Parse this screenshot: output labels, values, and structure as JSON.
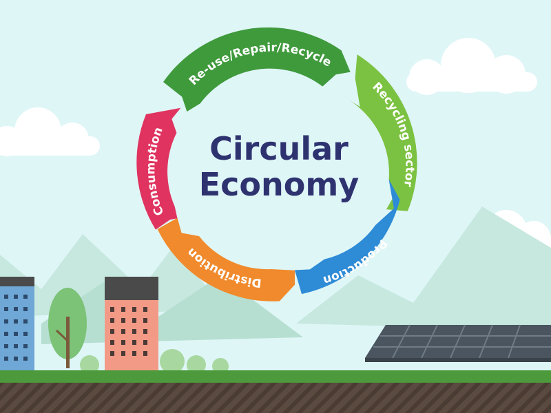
{
  "diagram": {
    "title_line1": "Circular",
    "title_line2": "Economy",
    "segments": [
      {
        "label": "Re-use/Repair/Recycle",
        "color": "#3f9a3c"
      },
      {
        "label": "Recycling sector",
        "color": "#7cc242"
      },
      {
        "label": "Production",
        "color": "#2e8bd6"
      },
      {
        "label": "Distribution",
        "color": "#f08a2c"
      },
      {
        "label": "Consumption",
        "color": "#e0335f"
      }
    ]
  },
  "colors": {
    "sky": "#dff6f7",
    "mountain_far": "#c6e8df",
    "mountain_near": "#b6dfd1",
    "grass": "#4c9a3c",
    "soil": "#5a4a3f",
    "text_dark": "#2e3370"
  }
}
